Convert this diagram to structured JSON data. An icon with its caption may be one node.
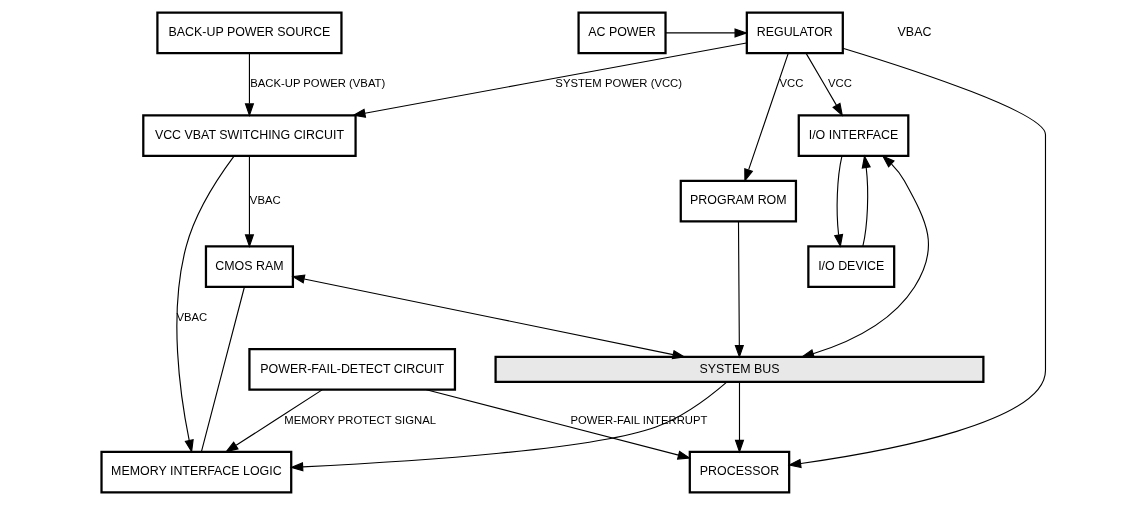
{
  "diagram": {
    "nodes": [
      {
        "text": [
          "BACK-UP POWER SOURCE"
        ]
      },
      {
        "text": [
          "VCC VBAT SWITCHING CIRCUIT"
        ]
      },
      {
        "text": [
          "REGULATOR"
        ]
      },
      {
        "text": [
          "POWER-FAIL-DETECT CIRCUIT"
        ]
      },
      {
        "text": [
          "PROCESSOR"
        ]
      },
      {
        "text": [
          "SYSTEM BUS"
        ]
      },
      {
        "text": [
          "PROGRAM ROM"
        ]
      },
      {
        "text": [
          "I/O INTERFACE"
        ]
      },
      {
        "text": [
          "CMOS RAM"
        ]
      },
      {
        "text": [
          "MEMORY INTERFACE LOGIC"
        ]
      },
      {
        "text": [
          "I/O DEVICE"
        ]
      },
      {
        "text": [
          "AC POWER"
        ]
      }
    ],
    "edges": [
      {
        "from": 0,
        "to": 1,
        "arrow": "to",
        "label": "BACK-UP POWER (VBAT)"
      },
      {
        "from": 2,
        "to": 1,
        "arrow": "to",
        "label": "SYSTEM POWER (VCC)"
      },
      {
        "from": 2,
        "to": 4,
        "arrow": "to"
      },
      {
        "from": 2,
        "to": 6,
        "arrow": "to",
        "label": "VCC"
      },
      {
        "from": 2,
        "to": 7,
        "arrow": "to",
        "label": "VCC"
      },
      {
        "from": 11,
        "to": 2,
        "arrow": "to"
      },
      {
        "from": 3,
        "to": 4,
        "arrow": "to",
        "label": "POWER-FAIL INTERRUPT"
      },
      {
        "from": 5,
        "to": 4,
        "arrow": "to"
      },
      {
        "from": 6,
        "to": 5,
        "arrow": "to"
      },
      {
        "from": 7,
        "to": 5,
        "arrow": "both"
      },
      {
        "from": 1,
        "to": 8,
        "arrow": "to",
        "label": "VBAC"
      },
      {
        "from": 8,
        "to": 5,
        "arrow": "both"
      },
      {
        "from": 1,
        "to": 9,
        "arrow": "to",
        "label": "VBAC"
      },
      {
        "from": 5,
        "to": 9,
        "arrow": "to"
      },
      {
        "from": 8,
        "to": 9,
        "arrow": "none"
      },
      {
        "from": 3,
        "to": 9,
        "arrow": "to",
        "label": "MEMORY PROTECT SIGNAL"
      },
      {
        "from": 7,
        "to": 10,
        "arrow": "to"
      },
      {
        "from": 10,
        "to": 7,
        "arrow": "to"
      }
    ],
    "labels": [
      "VBAC"
    ]
  }
}
